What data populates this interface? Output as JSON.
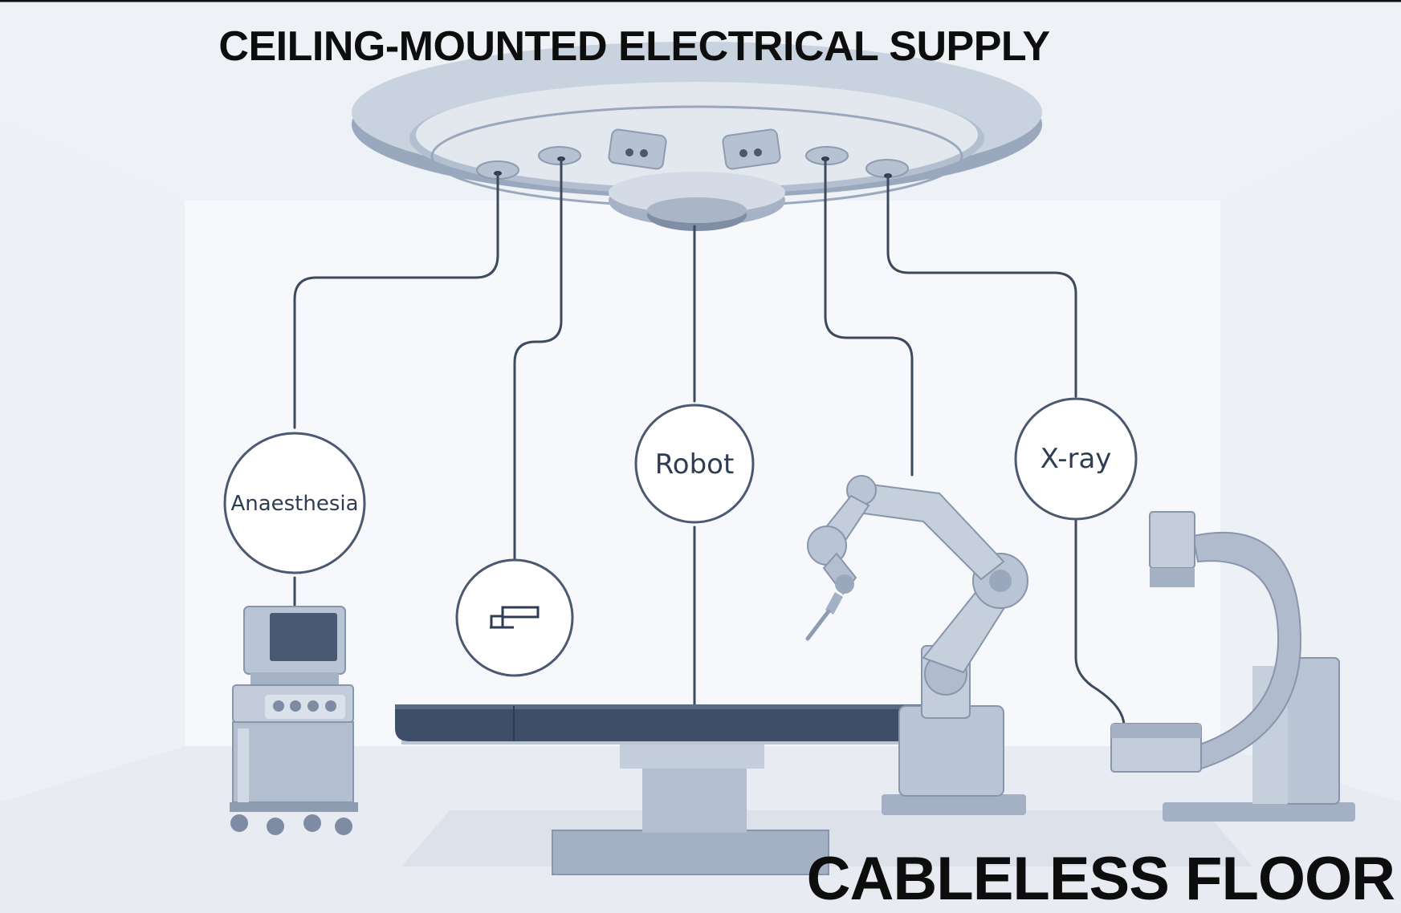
{
  "titles": {
    "top": "CEILING-MOUNTED ELECTRICAL SUPPLY",
    "bottom": "CABLELESS FLOOR"
  },
  "nodes": {
    "anaesthesia": "Anaesthesia",
    "robot": "Robot",
    "xray": "X-ray",
    "monitor_icon": "monitor-icon"
  },
  "colors": {
    "wall": "#f1f4f8",
    "floor": "#e6eaf0",
    "equipment": "#a9b6c8",
    "equipment_dark": "#7d8ca3",
    "cable": "#3c4a5e",
    "table_top": "#3e4e68",
    "text": "#0d0d0d"
  }
}
